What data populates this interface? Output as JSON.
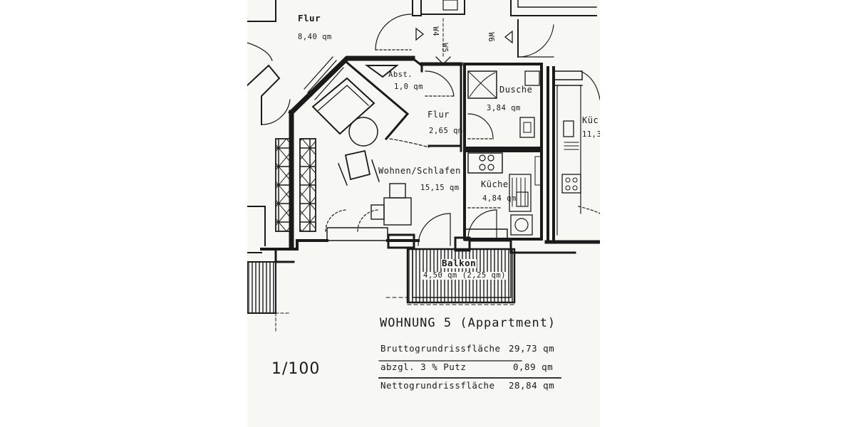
{
  "rooms": [
    {
      "id": "flur_top",
      "name": "Flur",
      "area": "8,40 qm"
    },
    {
      "id": "abst",
      "name": "Abst.",
      "area": "1,0 qm"
    },
    {
      "id": "dusche",
      "name": "Dusche",
      "area": "3,84 qm"
    },
    {
      "id": "flur",
      "name": "Flur",
      "area": "2,65 qm"
    },
    {
      "id": "wohnen",
      "name": "Wohnen/Schlafen",
      "area": "15,15 qm"
    },
    {
      "id": "kueche",
      "name": "Küche",
      "area": "4,84 qm"
    },
    {
      "id": "kueche_right",
      "name": "Küc",
      "area": "11,3"
    },
    {
      "id": "balkon",
      "name": "Balkon",
      "area": "4,50 qm (2,25 qm)"
    }
  ],
  "markers": {
    "m1": "W4",
    "m2": "W5",
    "m3": "W6"
  },
  "summary": {
    "title": "WOHNUNG 5 (Appartment)",
    "rows": [
      {
        "label": "Bruttogrundrissfläche",
        "value": "29,73 qm"
      },
      {
        "label": "abzgl. 3 % Putz",
        "value": "0,89 qm"
      },
      {
        "label": "Nettogrundrissfläche",
        "value": "28,84 qm"
      }
    ]
  },
  "scale": "1/100",
  "colors": {
    "ink": "#1a1a1a",
    "paper": "#f7f7f4"
  }
}
